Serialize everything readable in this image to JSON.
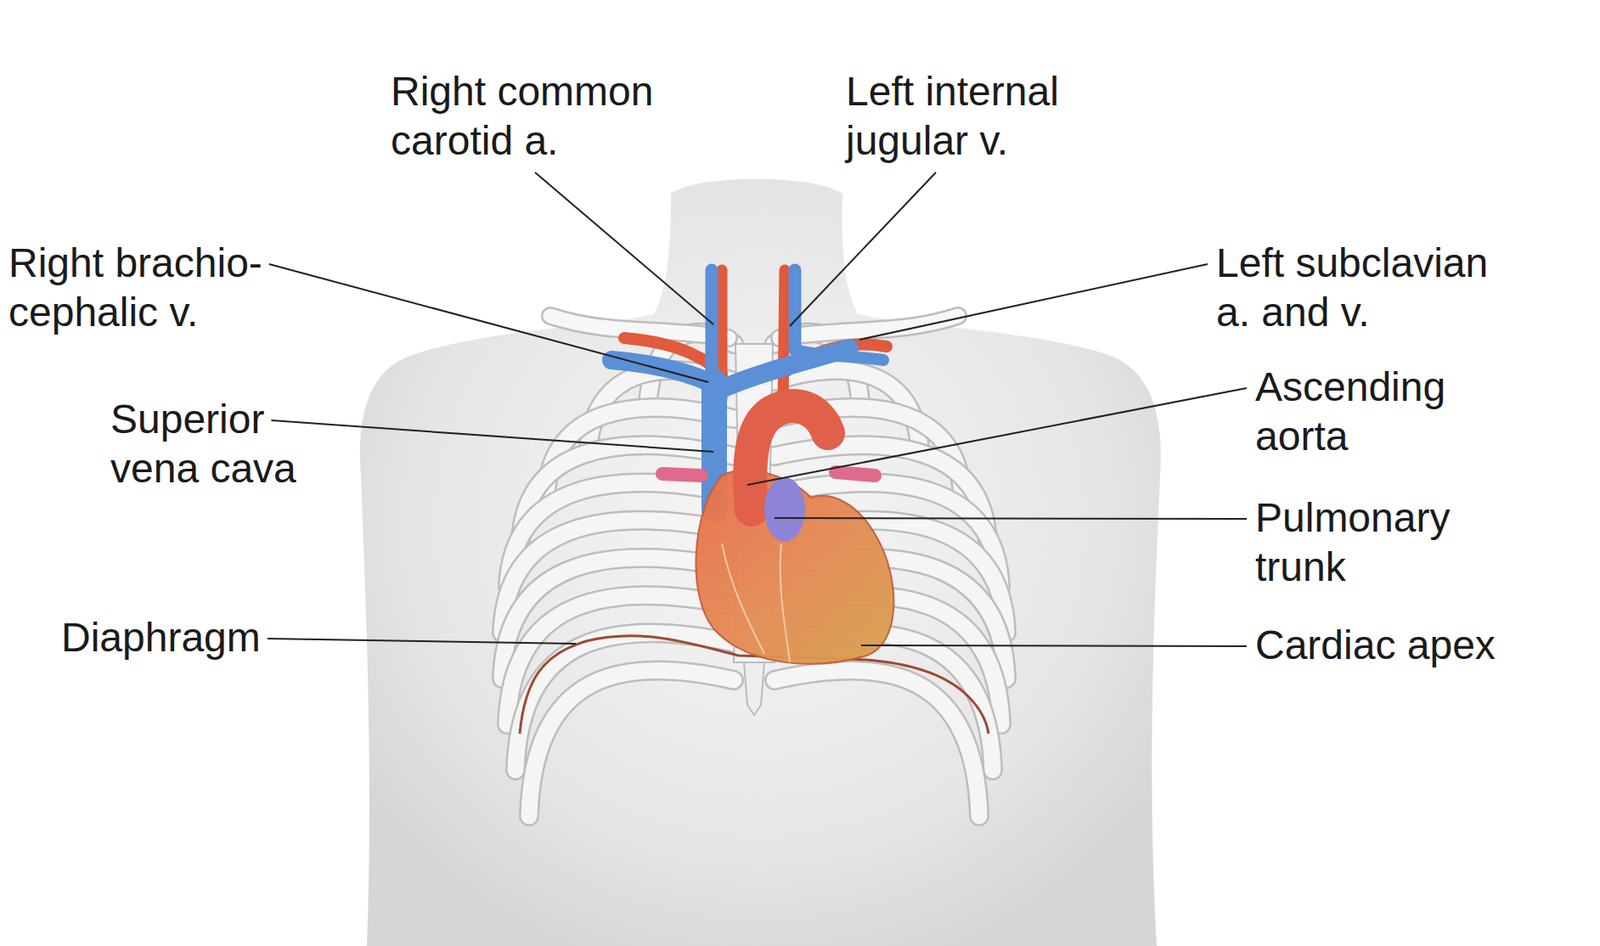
{
  "diagram": {
    "labels": [
      "Right common carotid a.",
      "Left internal jugular v.",
      "Right brachio- cephalic v.",
      "Superior vena cava",
      "Diaphragm",
      "Left subclavian a. and v.",
      "Ascending aorta",
      "Pulmonary trunk",
      "Cardiac apex"
    ]
  }
}
